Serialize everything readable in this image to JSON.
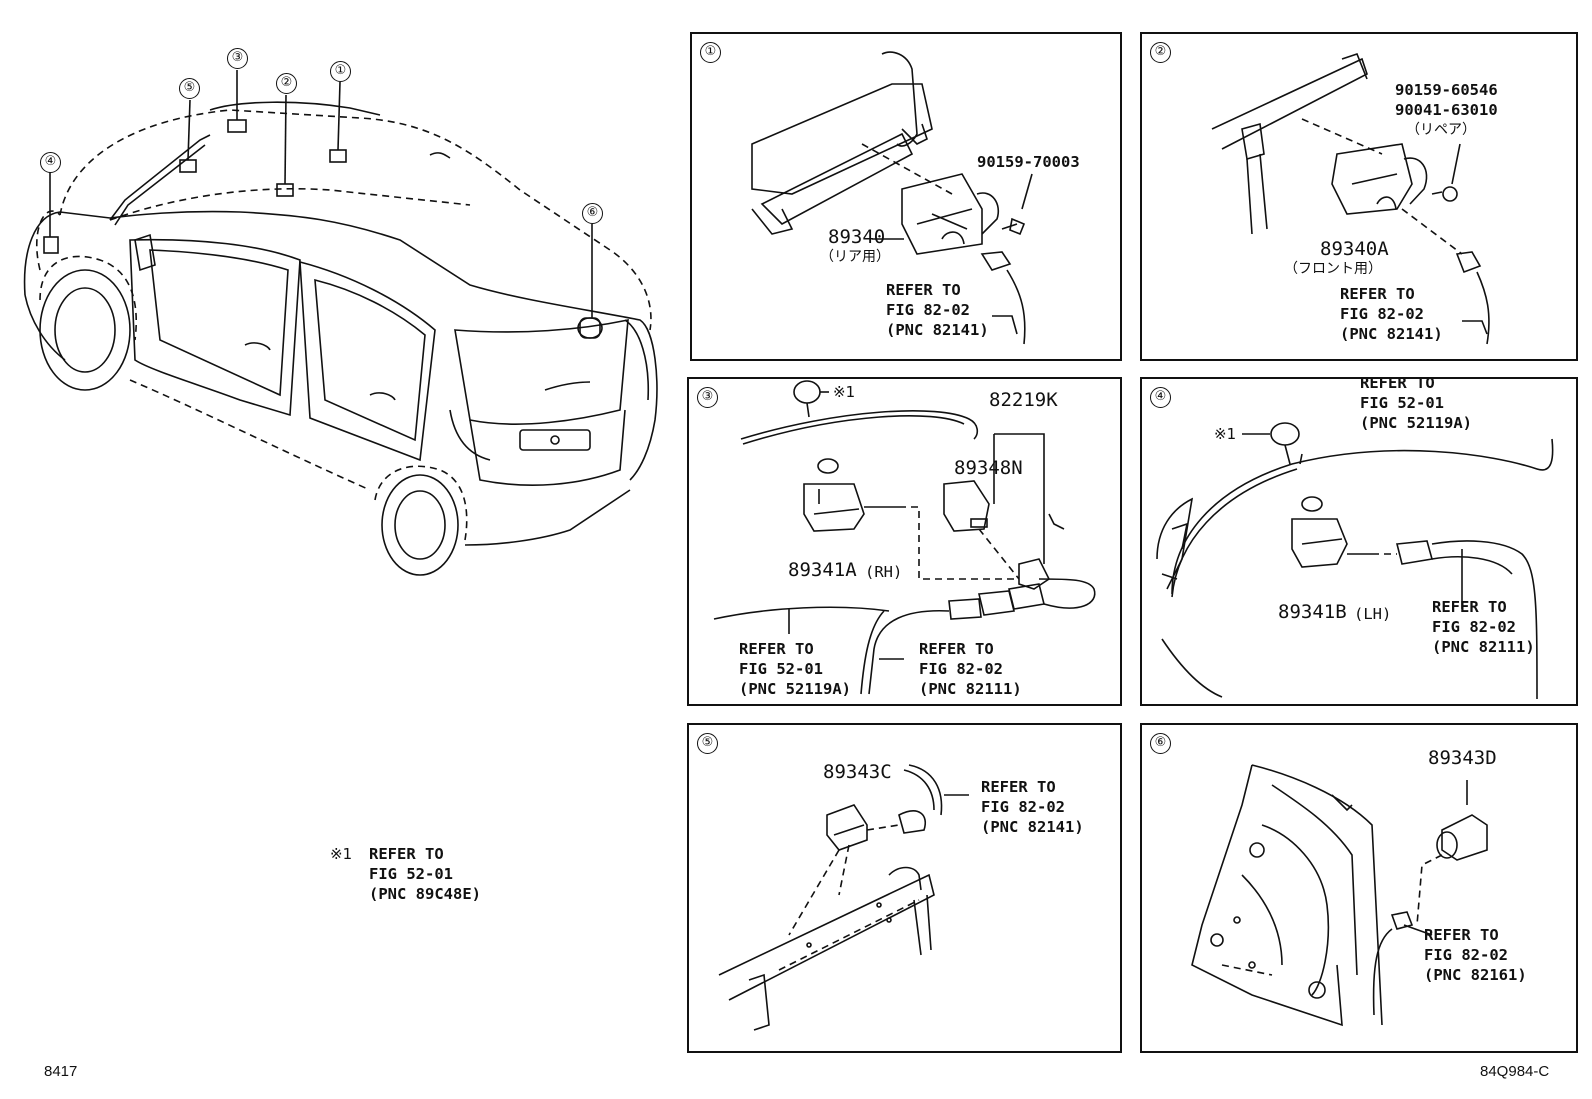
{
  "overview": {
    "callouts": [
      "①",
      "②",
      "③",
      "④",
      "⑤",
      "⑥"
    ]
  },
  "footnote": {
    "mark": "※1",
    "lines": [
      "REFER TO",
      "FIG 52-01",
      "(PNC 89C48E)"
    ]
  },
  "corner": {
    "left": "8417",
    "right": "84Q984-C"
  },
  "panels": [
    {
      "id": "①",
      "parts": [
        {
          "pn": "89340",
          "note": "（リア用）"
        },
        {
          "pn": "90159-70003"
        }
      ],
      "refer": [
        "REFER TO",
        "FIG 82-02",
        "(PNC 82141)"
      ]
    },
    {
      "id": "②",
      "parts": [
        {
          "pn": "89340A",
          "note": "（フロント用）"
        },
        {
          "pn": "90159-60546"
        },
        {
          "pn": "90041-63010",
          "note": "（リペア）"
        }
      ],
      "refer": [
        "REFER TO",
        "FIG 82-02",
        "(PNC 82141)"
      ]
    },
    {
      "id": "③",
      "parts": [
        {
          "pn": "82219K"
        },
        {
          "pn": "89348N"
        },
        {
          "pn": "89341A",
          "note": "(RH)"
        }
      ],
      "mark": "※1",
      "refer_a": [
        "REFER TO",
        "FIG 52-01",
        "(PNC 52119A)"
      ],
      "refer_b": [
        "REFER TO",
        "FIG 82-02",
        "(PNC 82111)"
      ]
    },
    {
      "id": "④",
      "parts": [
        {
          "pn": "89341B",
          "note": "(LH)"
        }
      ],
      "mark": "※1",
      "refer_a": [
        "REFER TO",
        "FIG 52-01",
        "(PNC 52119A)"
      ],
      "refer_b": [
        "REFER TO",
        "FIG 82-02",
        "(PNC 82111)"
      ]
    },
    {
      "id": "⑤",
      "parts": [
        {
          "pn": "89343C"
        }
      ],
      "refer": [
        "REFER TO",
        "FIG 82-02",
        "(PNC 82141)"
      ]
    },
    {
      "id": "⑥",
      "parts": [
        {
          "pn": "89343D"
        }
      ],
      "refer": [
        "REFER TO",
        "FIG 82-02",
        "(PNC 82161)"
      ]
    }
  ]
}
